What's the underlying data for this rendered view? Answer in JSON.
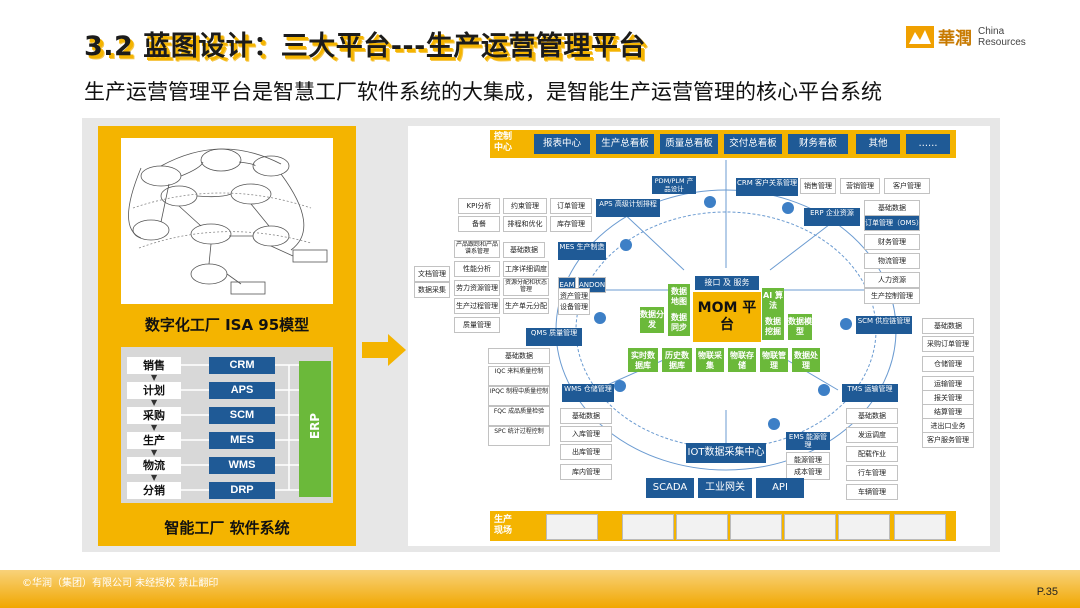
{
  "title": "3.2 蓝图设计：三大平台---生产运营管理平台",
  "subtitle": "生产运营管理平台是智慧工厂软件系统的大集成，是智能生产运营管理的核心平台系统",
  "logo": {
    "cn": "華潤",
    "en1": "China",
    "en2": "Resources"
  },
  "left": {
    "isa_label": "数字化工厂  ISA 95模型",
    "rows": [
      {
        "label": "销售",
        "block": "CRM"
      },
      {
        "label": "计划",
        "block": "APS"
      },
      {
        "label": "采购",
        "block": "SCM"
      },
      {
        "label": "生产",
        "block": "MES"
      },
      {
        "label": "物流",
        "block": "WMS"
      },
      {
        "label": "分销",
        "block": "DRP"
      }
    ],
    "erp": "ERP",
    "sw_label": "智能工厂 软件系统"
  },
  "right": {
    "control": {
      "head": "控制中心",
      "tabs": [
        "报表中心",
        "生产总看板",
        "质量总看板",
        "交付总看板",
        "财务看板",
        "其他",
        "……"
      ]
    },
    "site": {
      "head": "生产现场"
    },
    "mom": "MOM 平台",
    "iot": "IOT数据采集中心",
    "bottom_tabs": [
      "SCADA",
      "工业网关",
      "API"
    ],
    "modules": {
      "aps": {
        "title": "APS 高级计划排程",
        "cells": [
          "KPI分析",
          "约束管理",
          "订单管理",
          "备餐",
          "排程和优化",
          "库存管理"
        ]
      },
      "plm": {
        "title": "PDM/PLM 产品设计"
      },
      "crm": {
        "title": "CRM 客户关系管理",
        "cells": [
          "销售管理",
          "营销管理",
          "客户管理"
        ]
      },
      "erp": {
        "title": "ERP 企业资源",
        "cells": [
          "基础数据",
          "订单管理（OMS）",
          "财务管理",
          "物流管理",
          "人力资源",
          "生产控制管理"
        ]
      },
      "mes": {
        "title": "MES 生产制造",
        "cells": [
          "产品跟踪和产品谱系管理",
          "基础数据",
          "性能分析",
          "工序详细调度",
          "劳力资源管理",
          "资源分配和状态管理",
          "生产过程管理",
          "生产单元分配",
          "质量管理",
          "EAM",
          "ANDON",
          "资产管理",
          "设备管理"
        ],
        "doc_cells": [
          "文档管理",
          "数据采集"
        ]
      },
      "qms": {
        "title": "QMS 质量管理",
        "cells": [
          "基础数据",
          "IQC 来料质量控制",
          "IPQC 制程中质量控制",
          "FQC 成品质量检验",
          "SPC 统计过程控制"
        ]
      },
      "wms": {
        "title": "WMS 仓储管理",
        "cells": [
          "基础数据",
          "入库管理",
          "出库管理",
          "库内管理"
        ]
      },
      "scm": {
        "title": "SCM 供应链管理",
        "cells": [
          "基础数据",
          "采购订单管理",
          "仓储管理",
          "运输管理",
          "报关管理",
          "结算管理",
          "进出口业务",
          "客户服务管理"
        ]
      },
      "tms": {
        "title": "TMS 运输管理",
        "cells": [
          "基础数据",
          "发运调度",
          "配载作业",
          "行车管理",
          "车辆管理"
        ]
      },
      "ems": {
        "title": "EMS 能源管理",
        "cells": [
          "能源管理",
          "成本管理"
        ]
      }
    },
    "core": {
      "interface": "接口 及 服务",
      "green": [
        "数据地图",
        "数据分发",
        "数据同步",
        "AI 算法",
        "数据挖掘",
        "数据模型",
        "实时数据库",
        "历史数据库",
        "物联采集",
        "物联存储",
        "物联管理",
        "数据处理"
      ]
    }
  },
  "footer": {
    "copyright": "©华润（集团）有限公司 未经授权 禁止翻印",
    "page": "P.35"
  }
}
